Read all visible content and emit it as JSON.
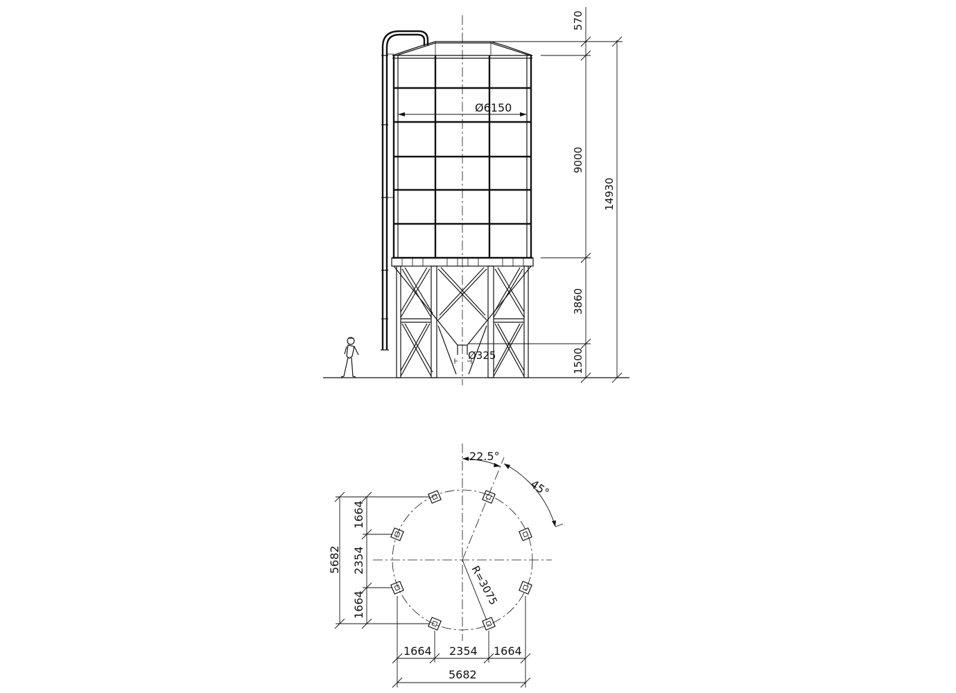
{
  "elevation": {
    "diameter_label": "Ø6150",
    "outlet_label": "Ø325",
    "dim_roof": "570",
    "dim_body": "9000",
    "dim_total": "14930",
    "dim_cone": "3860",
    "dim_clearance": "1500"
  },
  "plan": {
    "angle_small": "22.5°",
    "angle_large": "45°",
    "radius_label": "R=3075",
    "dim_side_top": "1664",
    "dim_side_mid": "2354",
    "dim_side_bottom": "1664",
    "dim_side_total": "5682",
    "dim_bottom_left": "1664",
    "dim_bottom_mid": "2354",
    "dim_bottom_right": "1664",
    "dim_bottom_total": "5682"
  }
}
